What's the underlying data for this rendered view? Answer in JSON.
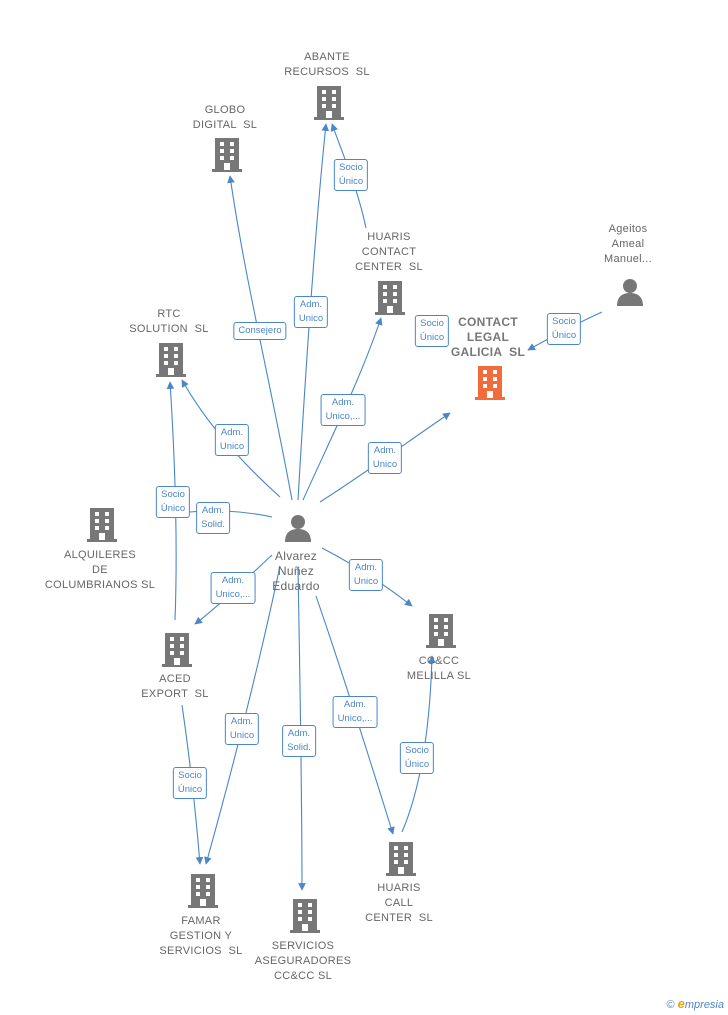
{
  "colors": {
    "edge": "#4a86c8",
    "building": "#777777",
    "focus_building": "#f26b3a",
    "person": "#777777"
  },
  "nodes": [
    {
      "id": "abante",
      "label": "ABANTE\nRECURSOS  SL",
      "kind": "building"
    },
    {
      "id": "globo",
      "label": "GLOBO\nDIGITAL  SL",
      "kind": "building"
    },
    {
      "id": "huaris_cc",
      "label": "HUARIS\nCONTACT\nCENTER  SL",
      "kind": "building"
    },
    {
      "id": "ageitos",
      "label": "Ageitos\nAmeal\nManuel...",
      "kind": "person"
    },
    {
      "id": "contact",
      "label": "CONTACT\nLEGAL\nGALICIA  SL",
      "kind": "focus"
    },
    {
      "id": "rtc",
      "label": "RTC\nSOLUTION  SL",
      "kind": "building"
    },
    {
      "id": "alquileres",
      "label": "ALQUILERES\nDE\nCOLUMBRIANOS SL",
      "kind": "building"
    },
    {
      "id": "alvarez",
      "label": "Alvarez\nNuñez\nEduardo",
      "kind": "person"
    },
    {
      "id": "ccmelilla",
      "label": "CC&CC\nMELILLA SL",
      "kind": "building"
    },
    {
      "id": "aced",
      "label": "ACED\nEXPORT  SL",
      "kind": "building"
    },
    {
      "id": "famar",
      "label": "FAMAR\nGESTION Y\nSERVICIOS  SL",
      "kind": "building"
    },
    {
      "id": "servicios",
      "label": "SERVICIOS\nASEGURADORES\nCC&CC SL",
      "kind": "building"
    },
    {
      "id": "huaris_call",
      "label": "HUARIS\nCALL\nCENTER  SL",
      "kind": "building"
    }
  ],
  "edges": [
    {
      "id": "e1",
      "label": "Socio\nÚnico"
    },
    {
      "id": "e2",
      "label": "Adm.\nUnico"
    },
    {
      "id": "e3",
      "label": "Consejero"
    },
    {
      "id": "e4",
      "label": "Adm.\nUnico,..."
    },
    {
      "id": "e5",
      "label": "Socio\nÚnico"
    },
    {
      "id": "e6",
      "label": "Socio\nÚnico"
    },
    {
      "id": "e7",
      "label": "Adm.\nUnico"
    },
    {
      "id": "e8",
      "label": "Adm.\nUnico"
    },
    {
      "id": "e9",
      "label": "Socio\nÚnico"
    },
    {
      "id": "e10",
      "label": "Adm.\nSolid."
    },
    {
      "id": "e11",
      "label": "Adm.\nUnico,..."
    },
    {
      "id": "e12",
      "label": "Adm.\nUnico"
    },
    {
      "id": "e13",
      "label": "Adm.\nUnico"
    },
    {
      "id": "e14",
      "label": "Adm.\nSolid."
    },
    {
      "id": "e15",
      "label": "Adm.\nUnico,..."
    },
    {
      "id": "e16",
      "label": "Socio\nÚnico"
    },
    {
      "id": "e17",
      "label": "Socio\nÚnico"
    }
  ],
  "footer": {
    "copyright": "©",
    "brand_e": "e",
    "brand_rest": "mpresia"
  }
}
